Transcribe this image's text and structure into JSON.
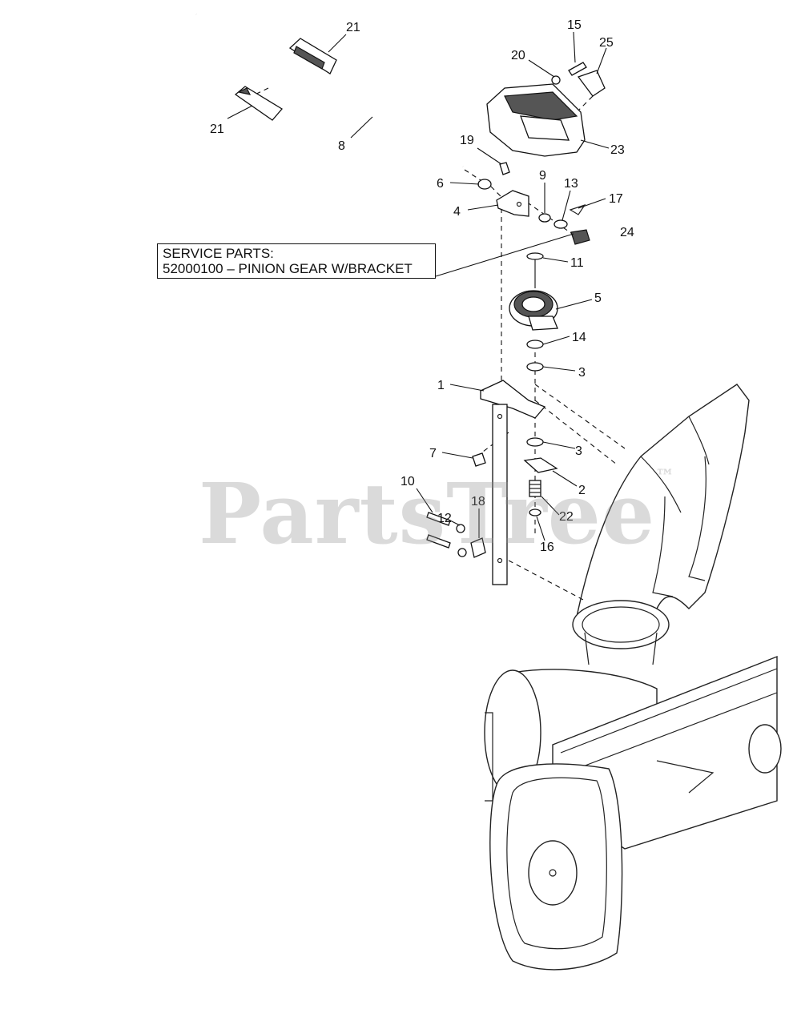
{
  "service_box": {
    "line1": "SERVICE PARTS:",
    "line2": "52000100 – PINION GEAR W/BRACKET"
  },
  "watermark": {
    "text": "PartsTree",
    "trademark": "™"
  },
  "callouts": {
    "c1": "1",
    "c2": "2",
    "c3a": "3",
    "c3b": "3",
    "c4": "4",
    "c5": "5",
    "c6": "6",
    "c7": "7",
    "c8": "8",
    "c9": "9",
    "c10": "10",
    "c11": "11",
    "c12": "12",
    "c13": "13",
    "c14": "14",
    "c15": "15",
    "c16": "16",
    "c17": "17",
    "c18": "18",
    "c19": "19",
    "c20": "20",
    "c21a": "21",
    "c21b": "21",
    "c22": "22",
    "c23": "23",
    "c24": "24",
    "c25": "25"
  }
}
